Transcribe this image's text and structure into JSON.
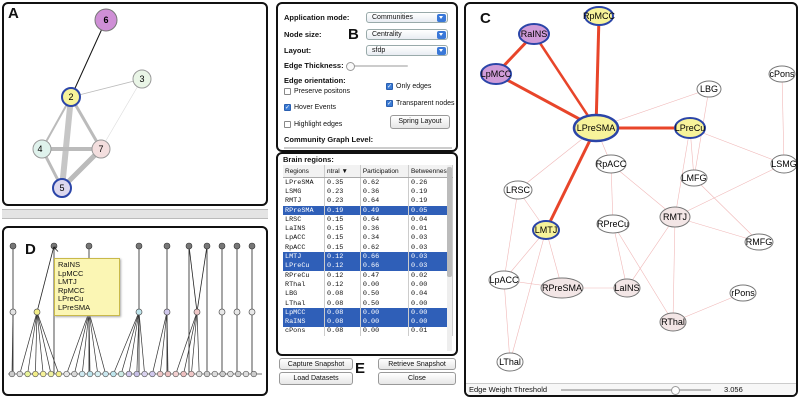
{
  "labels": {
    "a": "A",
    "b": "B",
    "c": "C",
    "d": "D",
    "e": "E"
  },
  "panel_a": {
    "nodes": [
      {
        "id": "6",
        "color": "#cf8fd6"
      },
      {
        "id": "2",
        "color": "#f7f39a"
      },
      {
        "id": "3",
        "color": "#e9f5e6"
      },
      {
        "id": "4",
        "color": "#dff2ec"
      },
      {
        "id": "7",
        "color": "#f3dede"
      },
      {
        "id": "5",
        "color": "#ddd8ee"
      }
    ]
  },
  "controls": {
    "app_mode_label": "Application mode:",
    "app_mode_value": "Communities",
    "node_size_label": "Node size:",
    "node_size_value": "Centrality",
    "layout_label": "Layout:",
    "layout_value": "sfdp",
    "edge_thickness_label": "Edge Thickness:",
    "edge_orientation_label": "Edge orientation:",
    "preserve_positions": "Preserve positons",
    "only_edges": "Only edges",
    "hover_events": "Hover Events",
    "transparent_nodes": "Transparent nodes",
    "highlight_edges": "Highlight edges",
    "spring_layout": "Spring Layout",
    "community_level_label": "Community Graph Level:"
  },
  "brain_regions": {
    "title": "Brain regions:",
    "headers": [
      "Regions",
      "ntral",
      "Participation",
      "Betweenness"
    ],
    "rows": [
      {
        "r": "LPreSMA",
        "c": "0.35",
        "p": "0.62",
        "b": "0.26",
        "sel": false
      },
      {
        "r": "LSMG",
        "c": "0.23",
        "p": "0.36",
        "b": "0.19",
        "sel": false
      },
      {
        "r": "RMTJ",
        "c": "0.23",
        "p": "0.64",
        "b": "0.19",
        "sel": false
      },
      {
        "r": "RPreSMA",
        "c": "0.19",
        "p": "0.49",
        "b": "0.05",
        "sel": true
      },
      {
        "r": "LRSC",
        "c": "0.15",
        "p": "0.64",
        "b": "0.04",
        "sel": false
      },
      {
        "r": "LaINS",
        "c": "0.15",
        "p": "0.36",
        "b": "0.01",
        "sel": false
      },
      {
        "r": "LpACC",
        "c": "0.15",
        "p": "0.34",
        "b": "0.03",
        "sel": false
      },
      {
        "r": "RpACC",
        "c": "0.15",
        "p": "0.62",
        "b": "0.03",
        "sel": false
      },
      {
        "r": "LMTJ",
        "c": "0.12",
        "p": "0.66",
        "b": "0.03",
        "sel": true
      },
      {
        "r": "LPreCu",
        "c": "0.12",
        "p": "0.66",
        "b": "0.03",
        "sel": true
      },
      {
        "r": "RPreCu",
        "c": "0.12",
        "p": "0.47",
        "b": "0.02",
        "sel": false
      },
      {
        "r": "RThal",
        "c": "0.12",
        "p": "0.00",
        "b": "0.00",
        "sel": false
      },
      {
        "r": "LBG",
        "c": "0.08",
        "p": "0.50",
        "b": "0.04",
        "sel": false
      },
      {
        "r": "LThal",
        "c": "0.08",
        "p": "0.50",
        "b": "0.00",
        "sel": false
      },
      {
        "r": "LpMCC",
        "c": "0.08",
        "p": "0.00",
        "b": "0.00",
        "sel": true
      },
      {
        "r": "RaINS",
        "c": "0.08",
        "p": "0.00",
        "b": "0.00",
        "sel": true
      },
      {
        "r": "cPons",
        "c": "0.08",
        "p": "0.00",
        "b": "0.01",
        "sel": false
      }
    ]
  },
  "actions": {
    "capture_snapshot": "Capture Snapshot",
    "retrieve_snapshot": "Retrieve Snapshot",
    "load_datasets": "Load Datasets",
    "close": "Close"
  },
  "panel_c": {
    "threshold_label": "Edge Weight Threshold",
    "threshold_value": "3.056",
    "nodes": [
      "RpMCC",
      "RaINS",
      "LpMCC",
      "LPreSMA",
      "LPreCu",
      "LBG",
      "cPons",
      "RpACC",
      "LSMG",
      "LMFG",
      "LRSC",
      "LMTJ",
      "RPreCu",
      "RMTJ",
      "RMFG",
      "LpACC",
      "RPreSMA",
      "LaINS",
      "rPons",
      "RThal",
      "LThal"
    ]
  },
  "panel_d": {
    "tooltip": [
      "RaINS",
      "LpMCC",
      "LMTJ",
      "RpMCC",
      "LPreCu",
      "LPreSMA"
    ]
  }
}
